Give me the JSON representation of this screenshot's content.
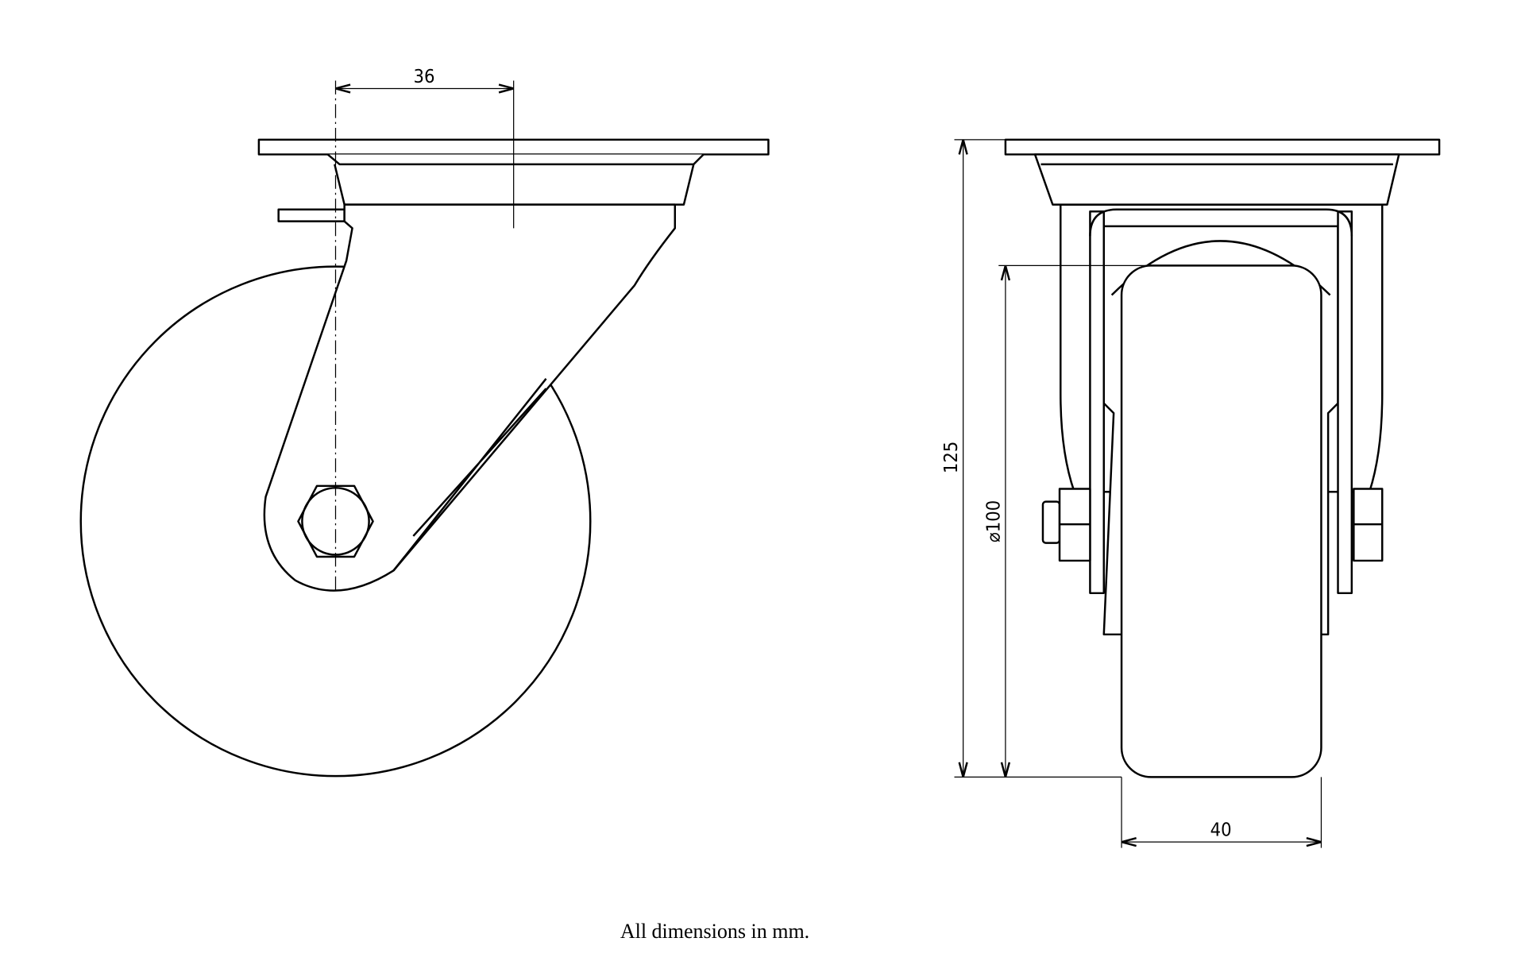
{
  "drawing": {
    "title": "Swivel castor technical drawing",
    "dimensions": {
      "offset": "36",
      "height": "125",
      "wheel_diameter": "⌀100",
      "wheel_width": "40"
    },
    "caption": "All dimensions in mm."
  }
}
